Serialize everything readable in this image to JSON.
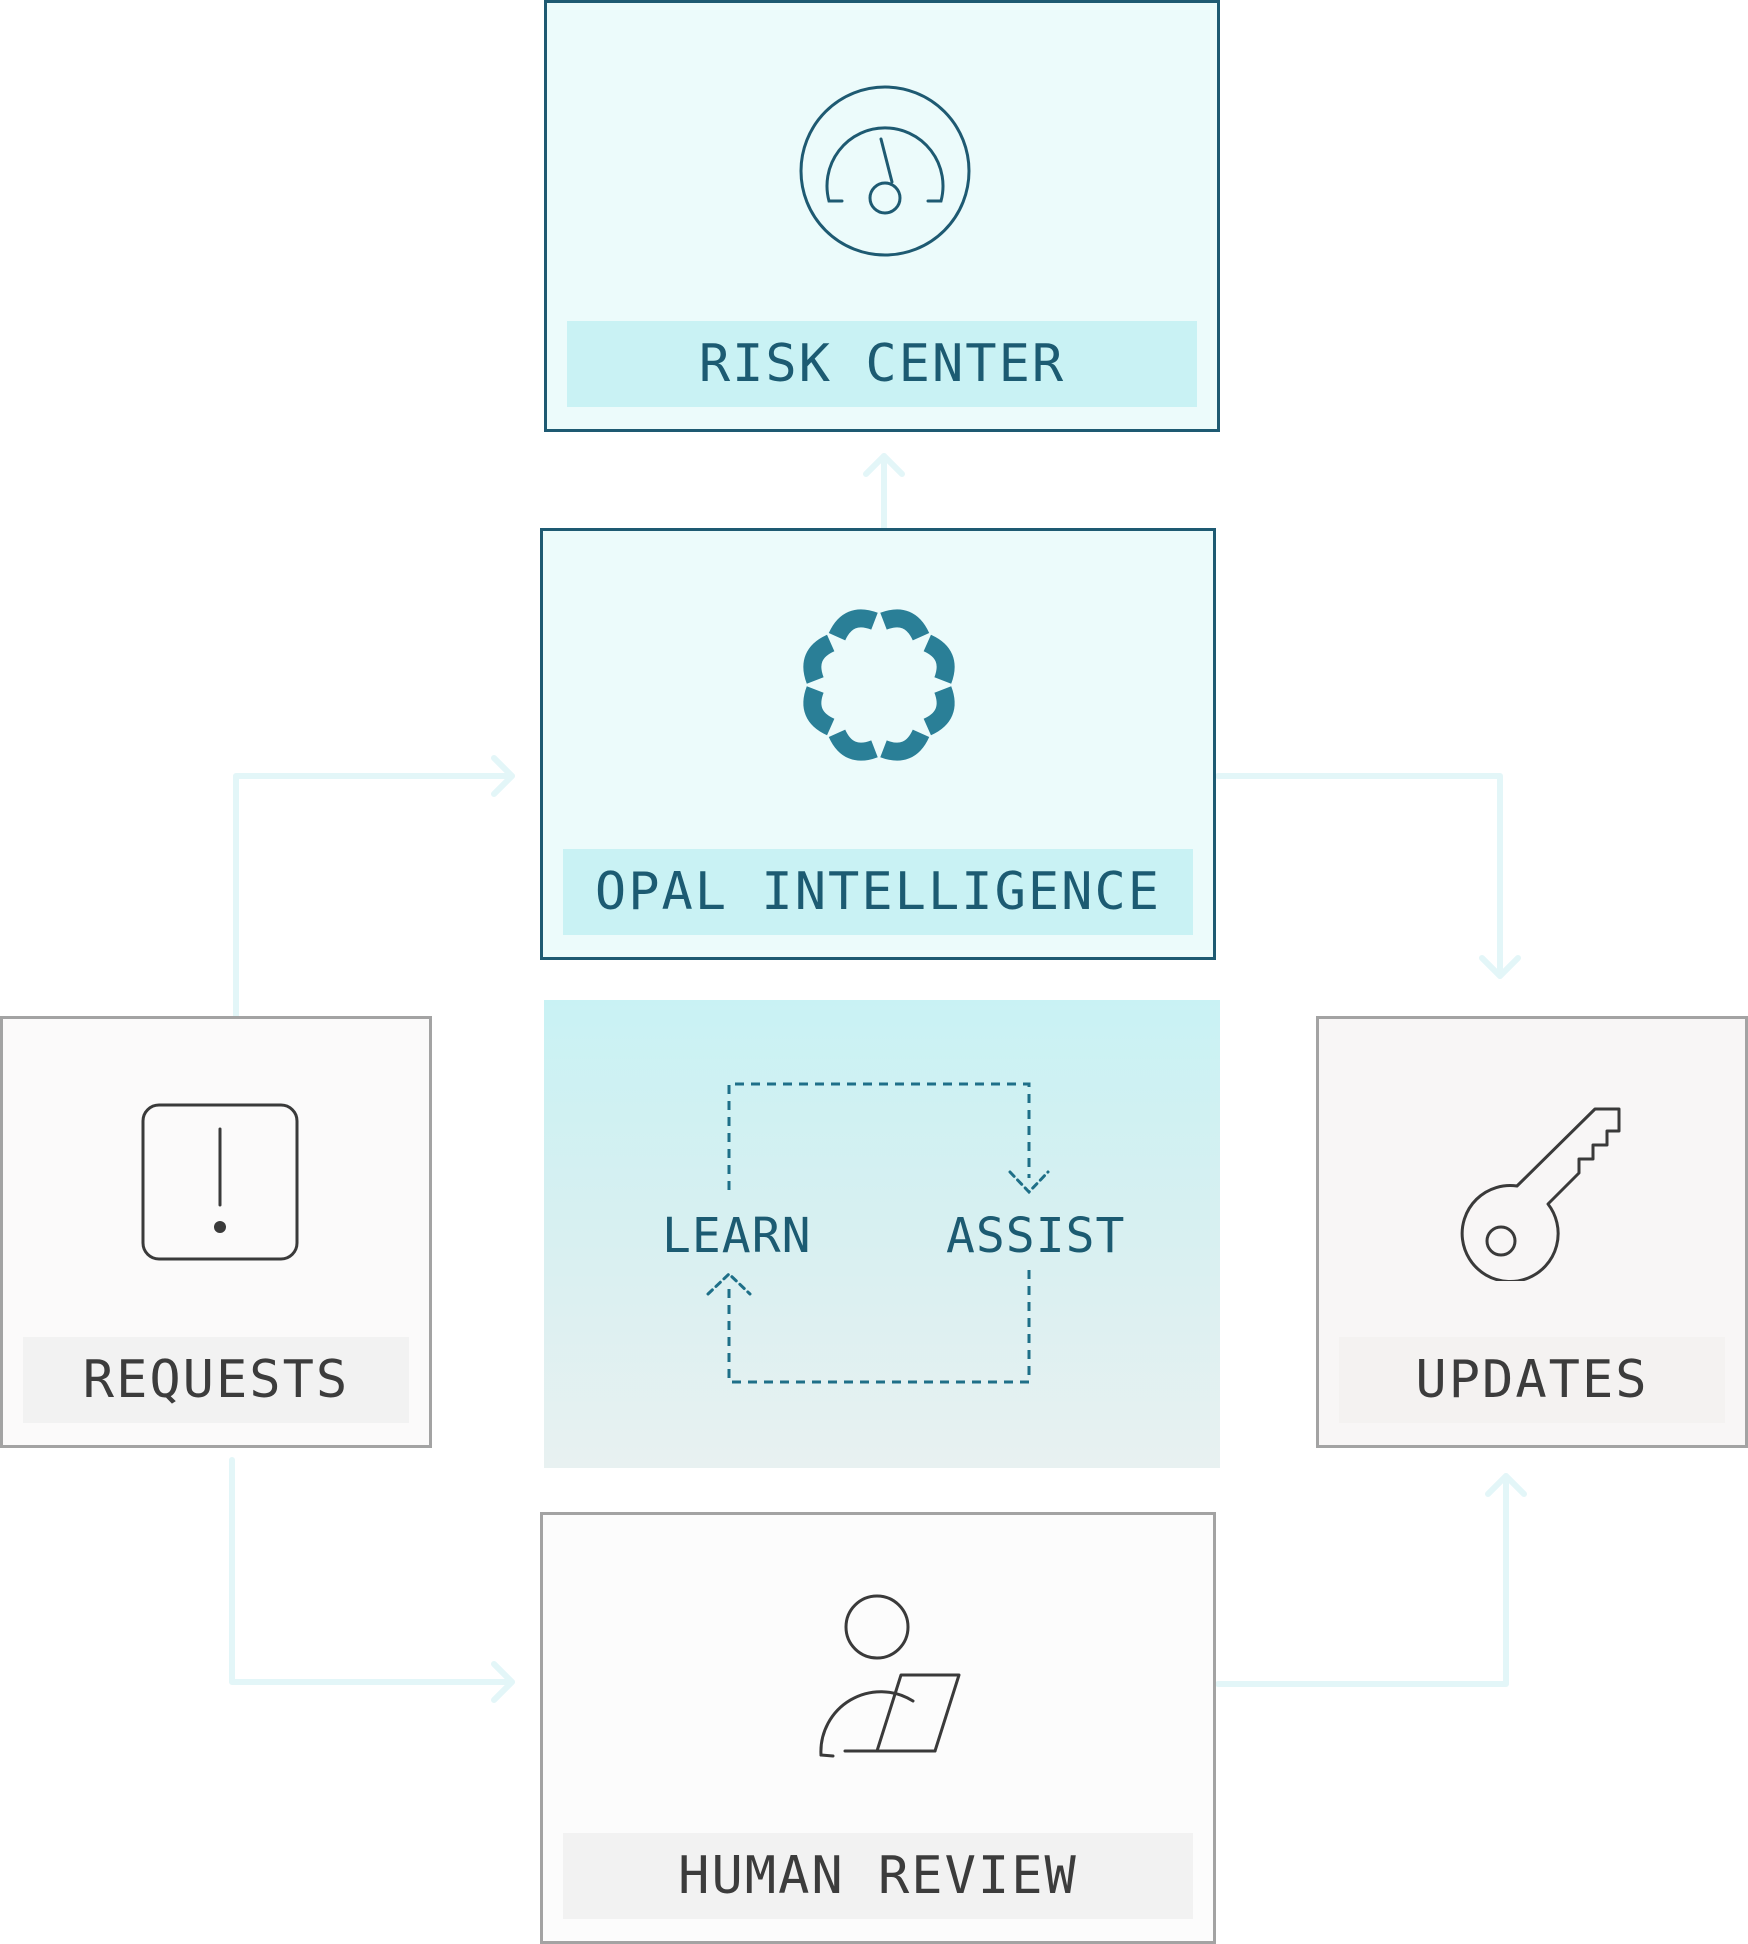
{
  "nodes": {
    "risk_center": {
      "label": "RISK CENTER",
      "icon": "gauge-icon"
    },
    "opal_intelligence": {
      "label": "OPAL INTELLIGENCE",
      "icon": "opal-flower-icon"
    },
    "requests": {
      "label": "REQUESTS",
      "icon": "alert-square-icon"
    },
    "updates": {
      "label": "UPDATES",
      "icon": "key-icon"
    },
    "human_review": {
      "label": "HUMAN REVIEW",
      "icon": "person-laptop-icon"
    }
  },
  "loop": {
    "learn": "LEARN",
    "assist": "ASSIST"
  },
  "colors": {
    "teal_border": "#1e5a72",
    "teal_fill": "#ecfbfb",
    "teal_label_bg": "#c9f2f4",
    "connector": "#e3f6f8",
    "gray_border": "#a3a3a3"
  }
}
